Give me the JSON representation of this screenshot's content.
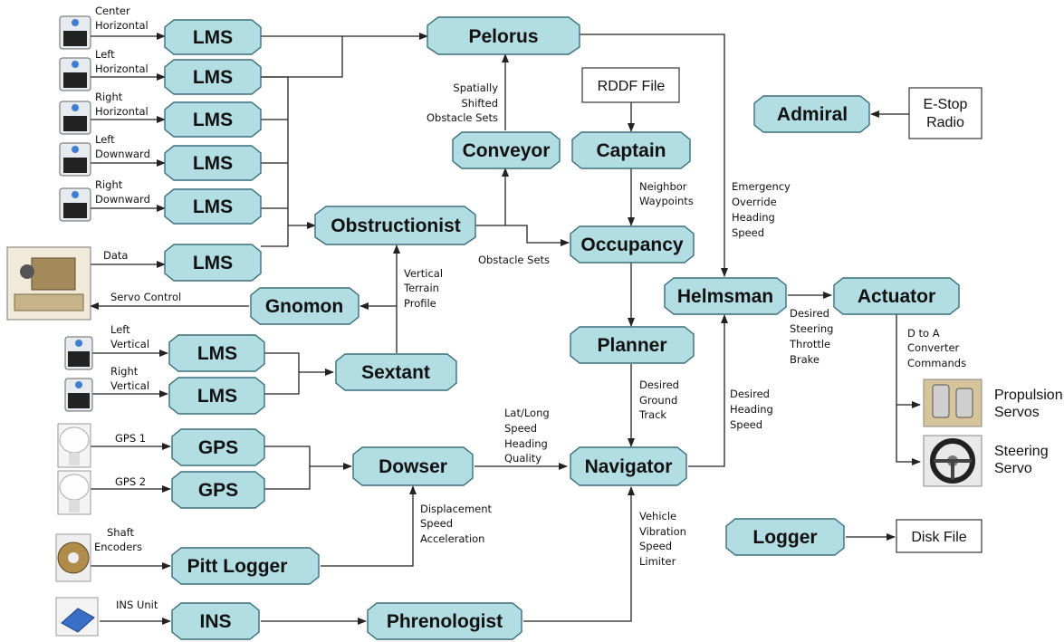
{
  "modules": {
    "lms": "LMS",
    "pelorus": "Pelorus",
    "conveyor": "Conveyor",
    "captain": "Captain",
    "obstructionist": "Obstructionist",
    "occupancy": "Occupancy",
    "gnomon": "Gnomon",
    "sextant": "Sextant",
    "planner": "Planner",
    "helmsman": "Helmsman",
    "actuator": "Actuator",
    "admiral": "Admiral",
    "gps": "GPS",
    "dowser": "Dowser",
    "navigator": "Navigator",
    "pitt_logger": "Pitt Logger",
    "ins": "INS",
    "phrenologist": "Phrenologist",
    "logger": "Logger"
  },
  "files": {
    "rddf": "RDDF File",
    "estop_1": "E-Stop",
    "estop_2": "Radio",
    "disk": "Disk File"
  },
  "sensor_labels": {
    "center_1": "Center",
    "center_2": "Horizontal",
    "left_h_1": "Left",
    "left_h_2": "Horizontal",
    "right_h_1": "Right",
    "right_h_2": "Horizontal",
    "left_d_1": "Left",
    "left_d_2": "Downward",
    "right_d_1": "Right",
    "right_d_2": "Downward",
    "data": "Data",
    "servo_control": "Servo Control",
    "left_v_1": "Left",
    "left_v_2": "Vertical",
    "right_v_1": "Right",
    "right_v_2": "Vertical",
    "gps1": "GPS 1",
    "gps2": "GPS 2",
    "shaft_1": "Shaft",
    "shaft_2": "Encoders",
    "ins_unit": "INS Unit"
  },
  "edge_labels": {
    "spatial_1": "Spatially",
    "spatial_2": "Shifted",
    "spatial_3": "Obstacle Sets",
    "neighbor_1": "Neighbor",
    "neighbor_2": "Waypoints",
    "emergency_1": "Emergency",
    "emergency_2": "Override",
    "emergency_3": "Heading",
    "emergency_4": "Speed",
    "obstacle_sets": "Obstacle Sets",
    "vertical_1": "Vertical",
    "vertical_2": "Terrain",
    "vertical_3": "Profile",
    "desired_steer_1": "Desired",
    "desired_steer_2": "Steering",
    "desired_steer_3": "Throttle",
    "desired_steer_4": "Brake",
    "dtoa_1": "D to A",
    "dtoa_2": "Converter",
    "dtoa_3": "Commands",
    "ground_1": "Desired",
    "ground_2": "Ground",
    "ground_3": "Track",
    "heading_1": "Desired",
    "heading_2": "Heading",
    "heading_3": "Speed",
    "latlong_1": "Lat/Long",
    "latlong_2": "Speed",
    "latlong_3": "Heading",
    "latlong_4": "Quality",
    "displacement_1": "Displacement",
    "displacement_2": "Speed",
    "displacement_3": "Acceleration",
    "vehicle_1": "Vehicle",
    "vehicle_2": "Vibration",
    "vehicle_3": "Speed",
    "vehicle_4": "Limiter"
  },
  "outputs": {
    "propulsion_1": "Propulsion",
    "propulsion_2": "Servos",
    "steering_1": "Steering",
    "steering_2": "Servo"
  }
}
